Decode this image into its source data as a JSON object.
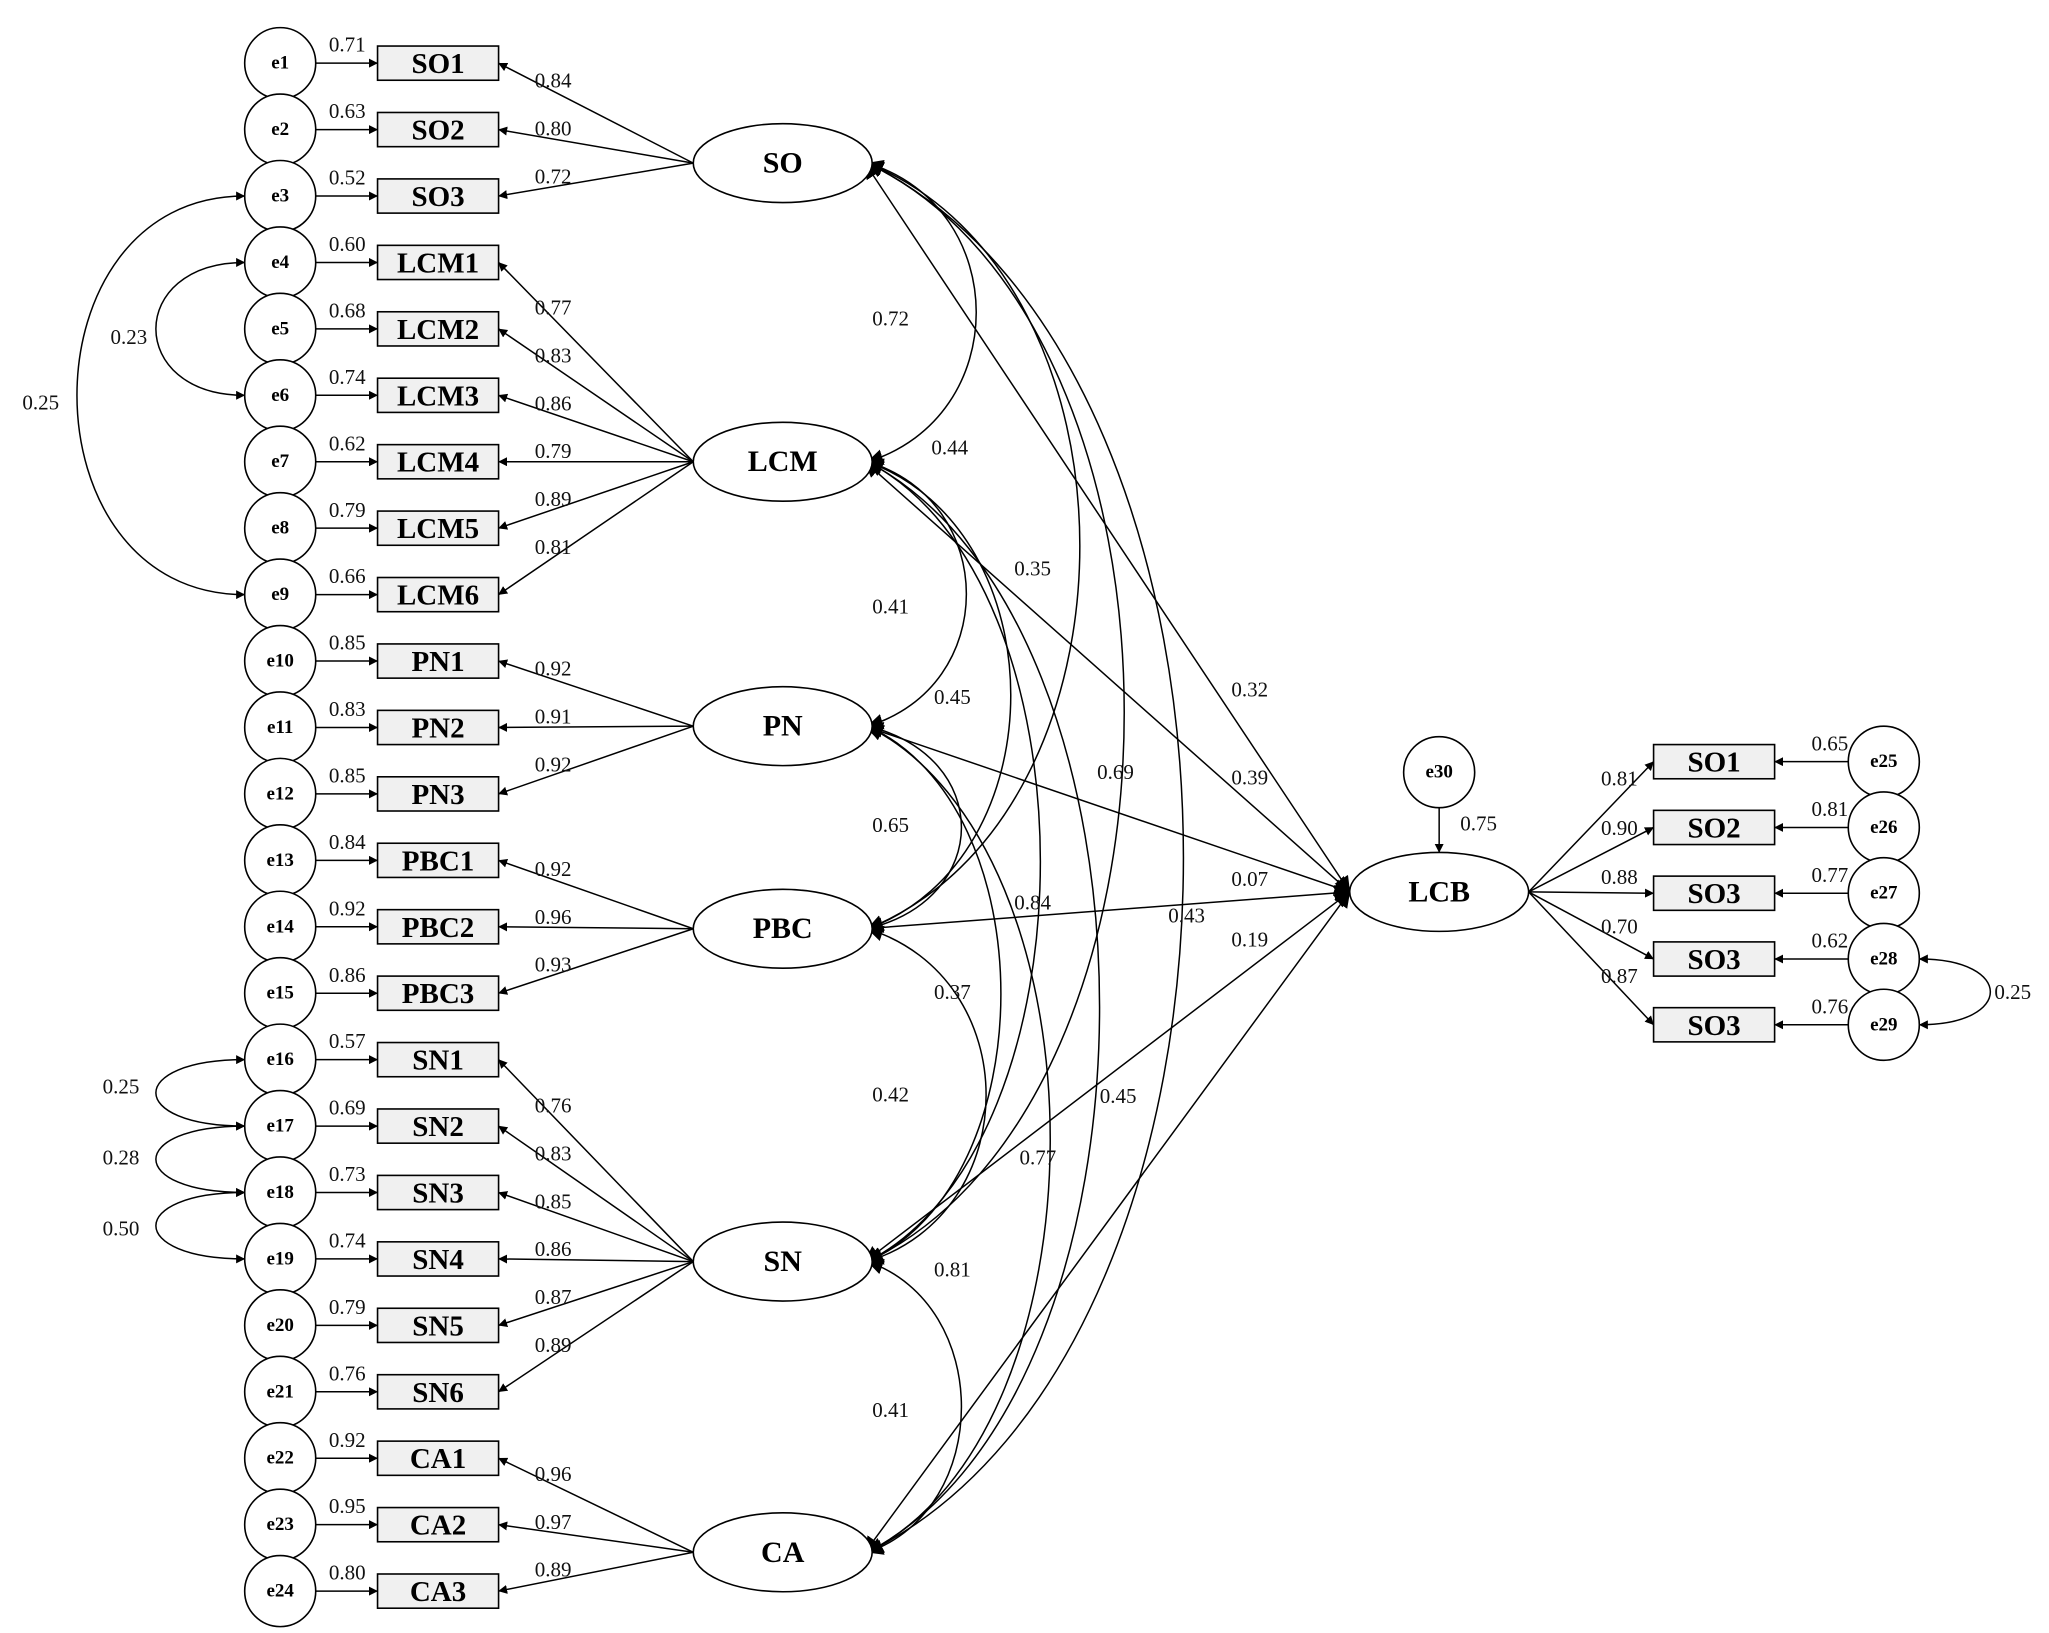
{
  "latent": {
    "SO": "SO",
    "LCM": "LCM",
    "PN": "PN",
    "PBC": "PBC",
    "SN": "SN",
    "CA": "CA",
    "LCB": "LCB"
  },
  "left_items": [
    {
      "err": "e1",
      "item": "SO1",
      "err_coef": "0.71",
      "load": "0.84"
    },
    {
      "err": "e2",
      "item": "SO2",
      "err_coef": "0.63",
      "load": "0.80"
    },
    {
      "err": "e3",
      "item": "SO3",
      "err_coef": "0.52",
      "load": "0.72"
    },
    {
      "err": "e4",
      "item": "LCM1",
      "err_coef": "0.60",
      "load": "0.77"
    },
    {
      "err": "e5",
      "item": "LCM2",
      "err_coef": "0.68",
      "load": "0.83"
    },
    {
      "err": "e6",
      "item": "LCM3",
      "err_coef": "0.74",
      "load": "0.86"
    },
    {
      "err": "e7",
      "item": "LCM4",
      "err_coef": "0.62",
      "load": "0.79"
    },
    {
      "err": "e8",
      "item": "LCM5",
      "err_coef": "0.79",
      "load": "0.89"
    },
    {
      "err": "e9",
      "item": "LCM6",
      "err_coef": "0.66",
      "load": "0.81"
    },
    {
      "err": "e10",
      "item": "PN1",
      "err_coef": "0.85",
      "load": "0.92"
    },
    {
      "err": "e11",
      "item": "PN2",
      "err_coef": "0.83",
      "load": "0.91"
    },
    {
      "err": "e12",
      "item": "PN3",
      "err_coef": "0.85",
      "load": "0.92"
    },
    {
      "err": "e13",
      "item": "PBC1",
      "err_coef": "0.84",
      "load": "0.92"
    },
    {
      "err": "e14",
      "item": "PBC2",
      "err_coef": "0.92",
      "load": "0.96"
    },
    {
      "err": "e15",
      "item": "PBC3",
      "err_coef": "0.86",
      "load": "0.93"
    },
    {
      "err": "e16",
      "item": "SN1",
      "err_coef": "0.57",
      "load": "0.76"
    },
    {
      "err": "e17",
      "item": "SN2",
      "err_coef": "0.69",
      "load": "0.83"
    },
    {
      "err": "e18",
      "item": "SN3",
      "err_coef": "0.73",
      "load": "0.85"
    },
    {
      "err": "e19",
      "item": "SN4",
      "err_coef": "0.74",
      "load": "0.86"
    },
    {
      "err": "e20",
      "item": "SN5",
      "err_coef": "0.79",
      "load": "0.87"
    },
    {
      "err": "e21",
      "item": "SN6",
      "err_coef": "0.76",
      "load": "0.89"
    },
    {
      "err": "e22",
      "item": "CA1",
      "err_coef": "0.92",
      "load": "0.96"
    },
    {
      "err": "e23",
      "item": "CA2",
      "err_coef": "0.95",
      "load": "0.97"
    },
    {
      "err": "e24",
      "item": "CA3",
      "err_coef": "0.80",
      "load": "0.89"
    }
  ],
  "right_items": [
    {
      "err": "e25",
      "item": "SO1",
      "err_coef": "0.65",
      "load": "0.81"
    },
    {
      "err": "e26",
      "item": "SO2",
      "err_coef": "0.81",
      "load": "0.90"
    },
    {
      "err": "e27",
      "item": "SO3",
      "err_coef": "0.77",
      "load": "0.88"
    },
    {
      "err": "e28",
      "item": "SO3",
      "err_coef": "0.62",
      "load": "0.70"
    },
    {
      "err": "e29",
      "item": "SO3",
      "err_coef": "0.76",
      "load": "0.87"
    }
  ],
  "e30": {
    "label": "e30",
    "coef": "0.75"
  },
  "error_covariances": {
    "e3_e9": "0.25",
    "e4_e6": "0.23",
    "e16_e17": "0.25",
    "e17_e18": "0.28",
    "e18_e19": "0.50",
    "e28_e29": "0.25"
  },
  "latent_covariances": {
    "SO_LCM": "0.72",
    "SO_PBC": "0.44",
    "SO_SN": "0.69",
    "SO_CA": "0.45",
    "LCM_PN": "0.41",
    "LCM_SN": "0.45",
    "LCM_CA": "0.77",
    "LCM_PBC": "0.84",
    "PN_PBC": "0.65",
    "PN_CA": "0.81",
    "PN_SN": "0.37",
    "PBC_SN": "0.42",
    "SN_CA": "0.41"
  },
  "paths_to_LCB": {
    "SO": "0.32",
    "LCM": "0.35",
    "PN": "0.39",
    "PBC": "0.07",
    "SN": "0.19",
    "CA": "0.43"
  }
}
